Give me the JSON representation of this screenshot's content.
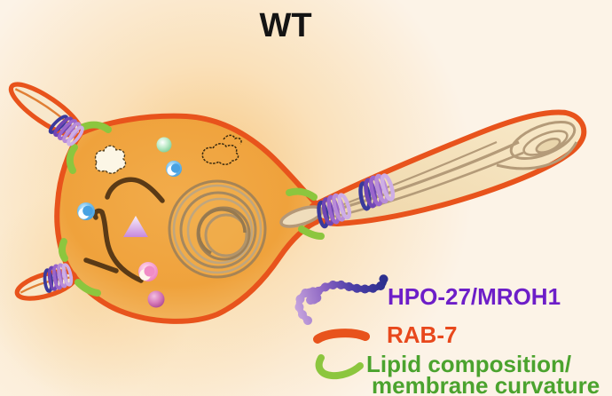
{
  "title": "WT",
  "legend": {
    "items": [
      {
        "label": "HPO-27/MROH1",
        "color": "#6D1EC8",
        "swatch": "purple-bead-coil"
      },
      {
        "label": "RAB-7",
        "color": "#E8481C",
        "swatch": "orange-membrane-line"
      },
      {
        "label_line1": "Lipid composition/",
        "label_line2": "membrane curvature",
        "color": "#4BA32E",
        "swatch": "green-arc"
      }
    ]
  },
  "figure": {
    "condition": "WT",
    "structures": [
      "lysosome-body",
      "membrane-whorl",
      "reforming-tubule-top-left",
      "reforming-tubule-bottom-left",
      "reforming-tubule-right",
      "scission-coils",
      "lipid-membrane-patches",
      "cargo-vesicles",
      "cargo-fibrils",
      "cargo-aggregates"
    ],
    "tubule_count": 3,
    "scission_coil_count": 4,
    "lipid_patch_count": 6
  },
  "colors": {
    "background": "#FCF3E7",
    "glow": "#F6BE6C",
    "membrane_orange": "#E8531C",
    "lysosome_fill": "#EFA23C",
    "lipid_green": "#8CC63E",
    "coil_purple_light": "#C9ABE2",
    "coil_purple_dark": "#3A3A9C",
    "whorl_tan": "#A5875E",
    "title_text": "#141414"
  }
}
